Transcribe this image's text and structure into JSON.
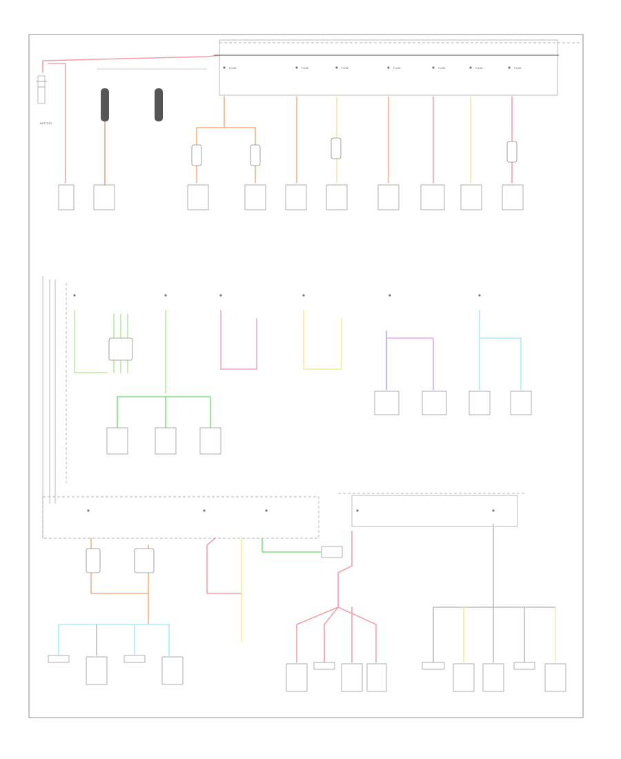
{
  "diagram": {
    "footer_code": "",
    "battery": {
      "label": "BATTERY",
      "wire_color": "RED"
    },
    "fuse_block": {
      "fuses_top": [
        {
          "id": "f1",
          "label": "FUSE"
        },
        {
          "id": "f2",
          "label": "FUSE"
        },
        {
          "id": "f3",
          "label": "FUSE"
        },
        {
          "id": "f4",
          "label": "FUSE"
        },
        {
          "id": "f5",
          "label": "FUSE"
        },
        {
          "id": "f6",
          "label": "FUSE"
        },
        {
          "id": "f7",
          "label": "FUSE"
        }
      ]
    },
    "top_components": [
      {
        "id": "starter-relay",
        "label": ""
      },
      {
        "id": "alternator",
        "label": ""
      },
      {
        "id": "fuel-pump-relay",
        "label": ""
      },
      {
        "id": "main-relay",
        "label": ""
      },
      {
        "id": "ignition-switch",
        "label": ""
      },
      {
        "id": "cruise-relay",
        "label": ""
      },
      {
        "id": "trailer-module",
        "label": ""
      },
      {
        "id": "overdrive-module",
        "label": ""
      },
      {
        "id": "alt-relay",
        "label": ""
      },
      {
        "id": "horn-relay",
        "label": ""
      }
    ],
    "mid_components": [
      {
        "id": "trailer-relay-1",
        "label": ""
      },
      {
        "id": "trailer-relay-2",
        "label": ""
      },
      {
        "id": "trailer-relay-3",
        "label": ""
      },
      {
        "id": "mirror-left",
        "label": ""
      },
      {
        "id": "mirror-right",
        "label": ""
      },
      {
        "id": "lamp-left",
        "label": ""
      },
      {
        "id": "lamp-right",
        "label": ""
      }
    ],
    "bottom_components": [
      {
        "id": "solenoid-1",
        "label": ""
      },
      {
        "id": "solenoid-2",
        "label": ""
      },
      {
        "id": "solenoid-3",
        "label": ""
      },
      {
        "id": "solenoid-4",
        "label": ""
      },
      {
        "id": "switch-1",
        "label": ""
      },
      {
        "id": "radio-1",
        "label": ""
      },
      {
        "id": "radio-2",
        "label": ""
      },
      {
        "id": "radio-3",
        "label": ""
      },
      {
        "id": "radio-4",
        "label": ""
      },
      {
        "id": "lamp-1",
        "label": ""
      },
      {
        "id": "lamp-2",
        "label": ""
      },
      {
        "id": "lamp-3",
        "label": ""
      },
      {
        "id": "lamp-4",
        "label": ""
      },
      {
        "id": "lamp-5",
        "label": ""
      }
    ]
  }
}
